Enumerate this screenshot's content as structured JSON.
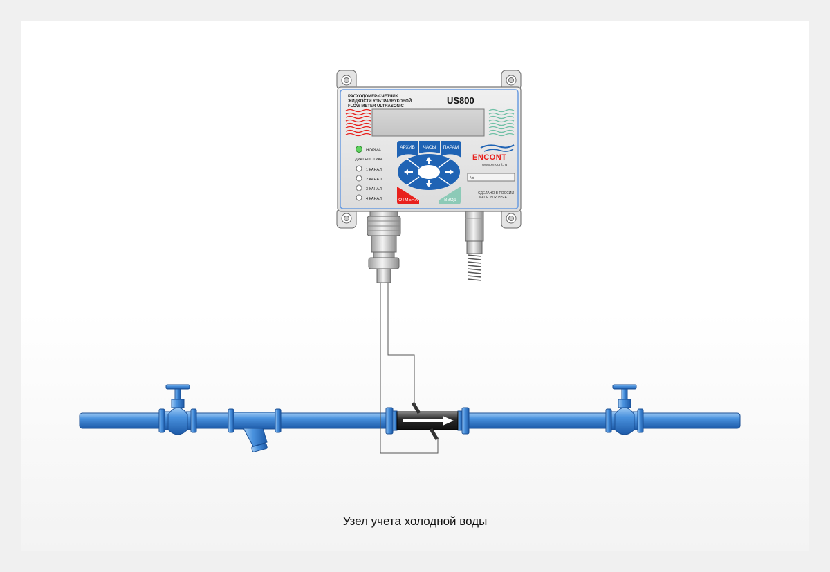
{
  "device": {
    "title_line1": "РАСХОДОМЕР-СЧЕТЧИК",
    "title_line2": "ЖИДКОСТИ УЛЬТРАЗВУКОВОЙ",
    "title_line3": "FLOW METER ULTRASONIC",
    "model": "US800",
    "brand": "ENCONT",
    "website": "www.encont.ru",
    "serial_label": "№",
    "made_in_ru": "СДЕЛАНО В РОССИИ",
    "made_in_en": "MADE IN RUSSIA"
  },
  "indicators": {
    "norma": "НОРМА",
    "diagnostics": "ДИАГНОСТИКА",
    "channels": [
      "1 КАНАЛ",
      "2 КАНАЛ",
      "3 КАНАЛ",
      "4 КАНАЛ"
    ]
  },
  "keypad": {
    "archive": "АРХИВ",
    "clock": "ЧАСЫ",
    "params": "ПАРАМ",
    "cancel": "ОТМЕНА",
    "enter": "ВВОД"
  },
  "colors": {
    "pipe": "#3d86d4",
    "key_blue": "#1f63b4",
    "cancel": "#e8201c",
    "enter": "#8ccab7",
    "led_on": "#5fd25f",
    "brand": "#e8201c"
  },
  "caption": "Узел учета холодной воды"
}
